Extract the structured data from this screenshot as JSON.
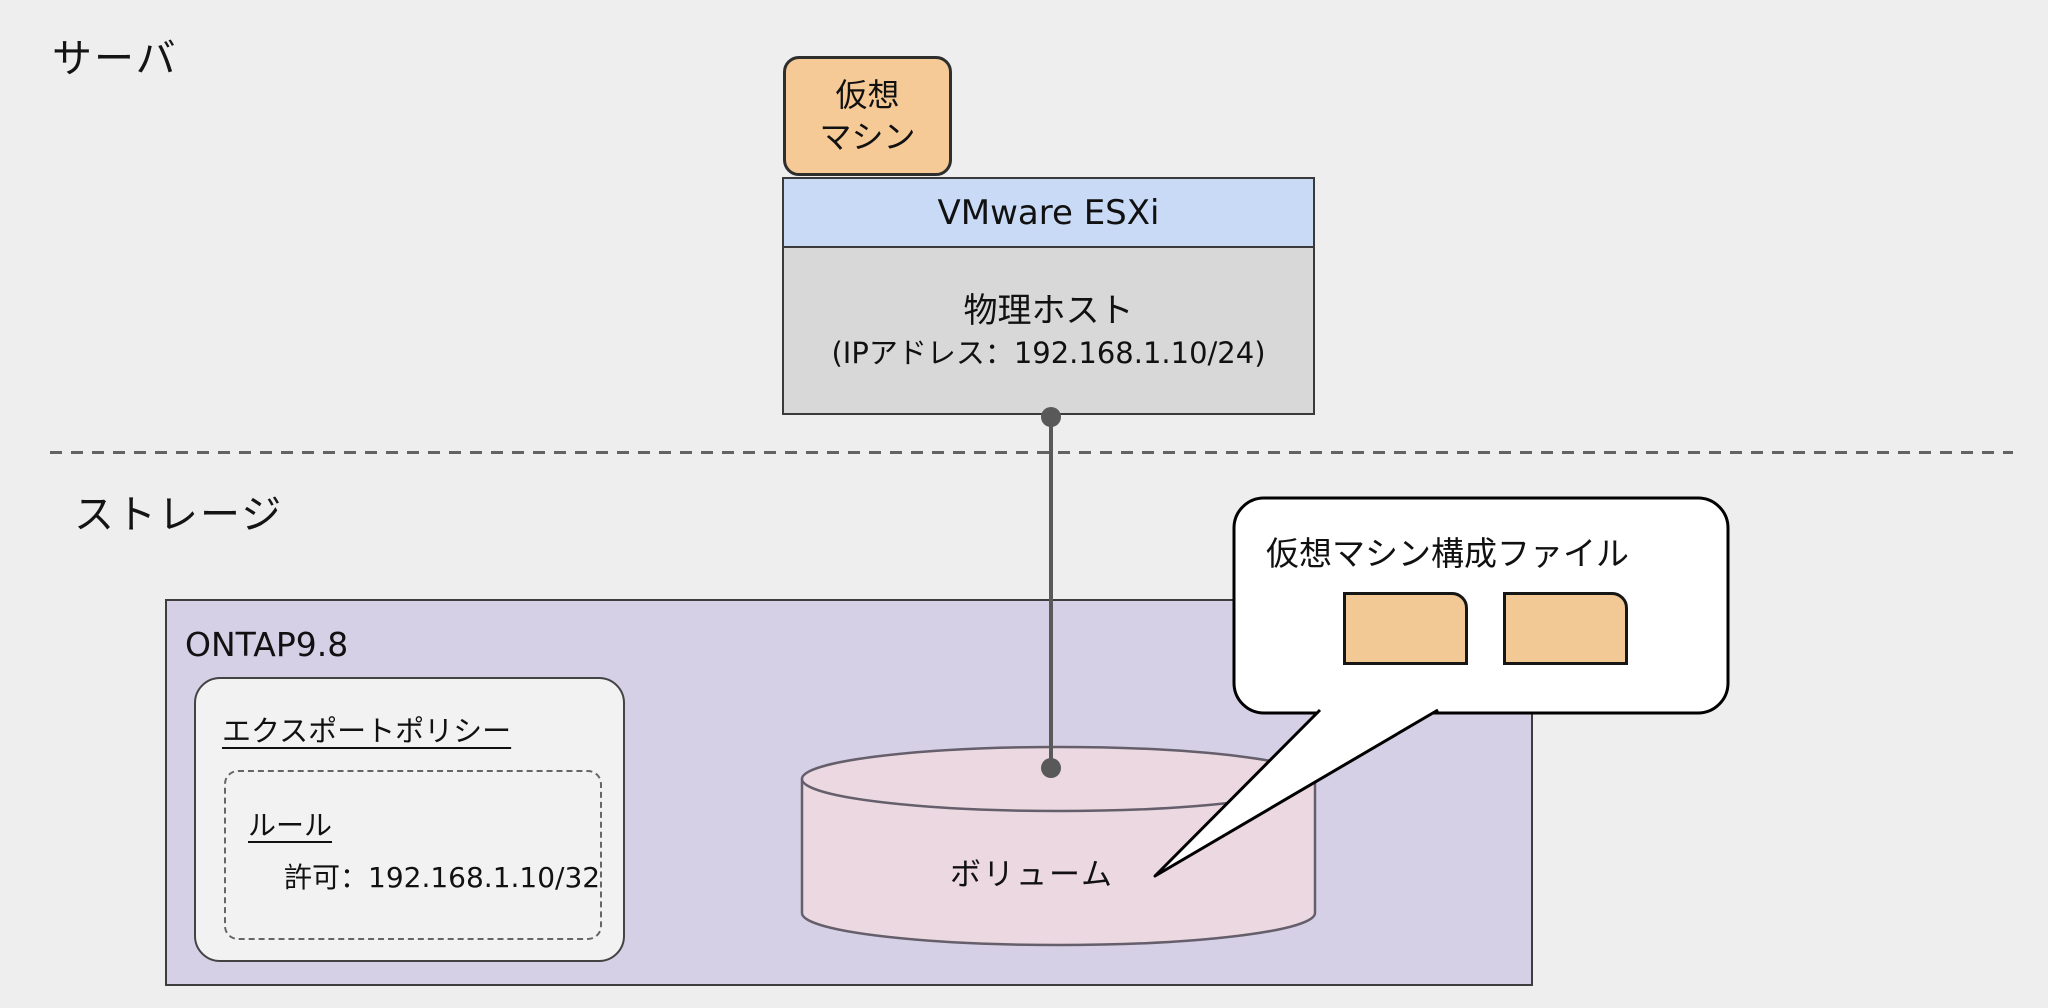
{
  "diagram": {
    "sections": {
      "server": {
        "label": "サーバ"
      },
      "storage": {
        "label": "ストレージ"
      }
    },
    "server_stack": {
      "vm": {
        "line1": "仮想",
        "line2": "マシン"
      },
      "hypervisor": {
        "label": "VMware ESXi"
      },
      "host": {
        "label": "物理ホスト",
        "ip_note": "(IPアドレス：192.168.1.10/24)"
      }
    },
    "storage_stack": {
      "system_label": "ONTAP9.8",
      "export_policy": {
        "title": "エクスポートポリシー",
        "rule": {
          "title": "ルール",
          "entry": "許可：192.168.1.10/32"
        }
      },
      "volume": {
        "label": "ボリューム"
      }
    },
    "callout": {
      "title": "仮想マシン構成ファイル",
      "file_count": 2
    },
    "colors": {
      "background": "#eeeeee",
      "vm_fill": "#f5ca96",
      "esxi_fill": "#c9daf6",
      "host_fill": "#d8d8d8",
      "ontap_fill": "#d6d0e6",
      "export_policy_fill": "#f2f2f2",
      "volume_fill": "#ecd8e1",
      "file_fill": "#f2c894",
      "callout_fill": "#ffffff",
      "connector": "#595959",
      "divider": "#636363",
      "text": "#111111"
    }
  }
}
